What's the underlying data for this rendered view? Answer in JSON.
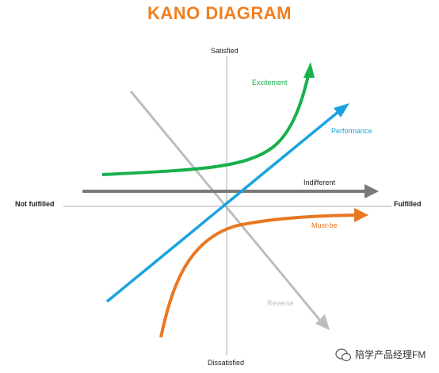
{
  "title": "KANO DIAGRAM",
  "axes": {
    "top": "Satisfied",
    "bottom": "Dissatisfied",
    "left": "Not fulfilled",
    "right": "Fulfilled"
  },
  "curves": {
    "excitement": {
      "label": "Excitement",
      "color": "#18b04c"
    },
    "performance": {
      "label": "Performance",
      "color": "#1aa3df"
    },
    "indifferent": {
      "label": "Indifferent",
      "color": "#7a7a7a"
    },
    "must_be": {
      "label": "Must-be",
      "color": "#e87722"
    },
    "reverse": {
      "label": "Reverse",
      "color": "#bdbdbd"
    }
  },
  "colors": {
    "title": "#f07f1e",
    "axis": "#c8c8c8"
  },
  "watermark": {
    "text": "陪学产品经理FM",
    "icon": "wechat-icon"
  }
}
